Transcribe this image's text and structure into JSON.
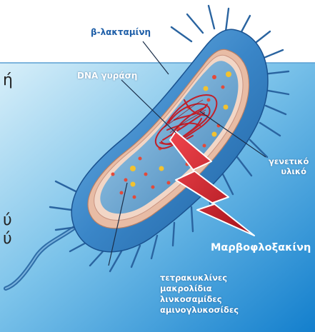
{
  "labels": {
    "beta_lactamase": "β-λακταμίνη",
    "dna_gyrase": "DNA γυράση",
    "genetic_material": [
      "γενετικό",
      "υλικό"
    ],
    "drug": "Μαρβοφλοξακίνη",
    "antibiotic_classes": [
      "τετρακυκλίνες",
      "μακρολίδια",
      "λινκοσαμίδες",
      "αμινογλυκοσίδες"
    ]
  },
  "clipped_text": {
    "top": "ή",
    "middle": "ύ",
    "bottom": "ύ"
  },
  "colors": {
    "background_top": "#cfe9f7",
    "background_bottom": "#1a86cf",
    "cell_wall": "#3f8fd0",
    "membrane": "#e6b9a3",
    "cytoplasm": "#4c8fbf",
    "dna": "#c0202b",
    "drug_bolt": "#d8202a",
    "label_blue": "#1f5fa8"
  }
}
